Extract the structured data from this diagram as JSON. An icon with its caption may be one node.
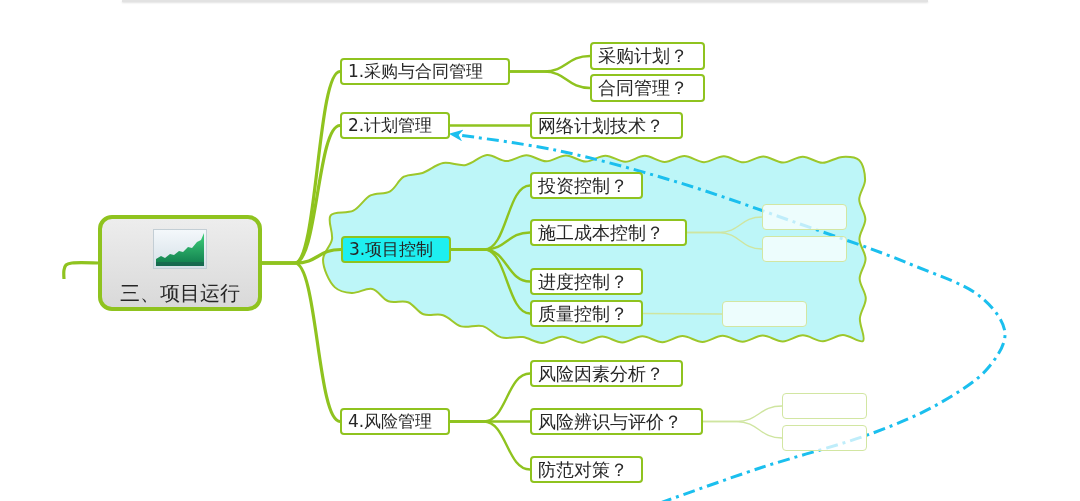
{
  "diagram": {
    "nodes": [
      {
        "text": [
          "三、项目运行"
        ]
      },
      {
        "text": [
          "1.采购与合同管理"
        ]
      },
      {
        "text": [
          "采购计划？"
        ]
      },
      {
        "text": [
          "合同管理？"
        ]
      },
      {
        "text": [
          "2.计划管理"
        ]
      },
      {
        "text": [
          "网络计划技术？"
        ]
      },
      {
        "text": [],
        "shape": "cloud"
      },
      {
        "text": [
          "3.项目控制"
        ],
        "in": 6
      },
      {
        "text": [
          "投资控制？"
        ],
        "in": 6
      },
      {
        "text": [
          "施工成本控制？"
        ],
        "in": 6
      },
      {
        "text": [],
        "shape": "box",
        "in": 6
      },
      {
        "text": [],
        "shape": "box",
        "in": 6
      },
      {
        "text": [
          "进度控制？"
        ],
        "in": 6
      },
      {
        "text": [
          "质量控制？"
        ],
        "in": 6
      },
      {
        "text": [],
        "shape": "box",
        "in": 6
      },
      {
        "text": [
          "4.风险管理"
        ]
      },
      {
        "text": [
          "风险因素分析？"
        ]
      },
      {
        "text": [
          "风险辨识与评价？"
        ]
      },
      {
        "text": [],
        "shape": "box"
      },
      {
        "text": [],
        "shape": "box"
      },
      {
        "text": [
          "防范对策？"
        ]
      }
    ],
    "edges": [
      {
        "from": 0,
        "to": 1,
        "arrow": "none"
      },
      {
        "from": 0,
        "to": 4,
        "arrow": "none"
      },
      {
        "from": 0,
        "to": 7,
        "arrow": "none"
      },
      {
        "from": 0,
        "to": 15,
        "arrow": "none"
      },
      {
        "from": 1,
        "to": 2,
        "arrow": "none"
      },
      {
        "from": 1,
        "to": 3,
        "arrow": "none"
      },
      {
        "from": 4,
        "to": 5,
        "arrow": "none"
      },
      {
        "from": 7,
        "to": 8,
        "arrow": "none"
      },
      {
        "from": 7,
        "to": 9,
        "arrow": "none"
      },
      {
        "from": 7,
        "to": 12,
        "arrow": "none"
      },
      {
        "from": 7,
        "to": 13,
        "arrow": "none"
      },
      {
        "from": 9,
        "to": 10,
        "arrow": "none",
        "color": "#cfe5a0"
      },
      {
        "from": 9,
        "to": 11,
        "arrow": "none",
        "color": "#cfe5a0"
      },
      {
        "from": 13,
        "to": 14,
        "arrow": "none",
        "color": "#cfe5a0"
      },
      {
        "from": 15,
        "to": 16,
        "arrow": "none"
      },
      {
        "from": 15,
        "to": 17,
        "arrow": "none"
      },
      {
        "from": 15,
        "to": 20,
        "arrow": "none"
      },
      {
        "from": 17,
        "to": 18,
        "arrow": "none",
        "color": "#cfe5a0"
      },
      {
        "from": 17,
        "to": 19,
        "arrow": "none",
        "color": "#cfe5a0"
      },
      {
        "from": 0,
        "to": null,
        "arrow": "none"
      },
      {
        "from": null,
        "to": 4,
        "arrow": "to",
        "style": "dashed",
        "color": "#1bbfee"
      }
    ]
  }
}
